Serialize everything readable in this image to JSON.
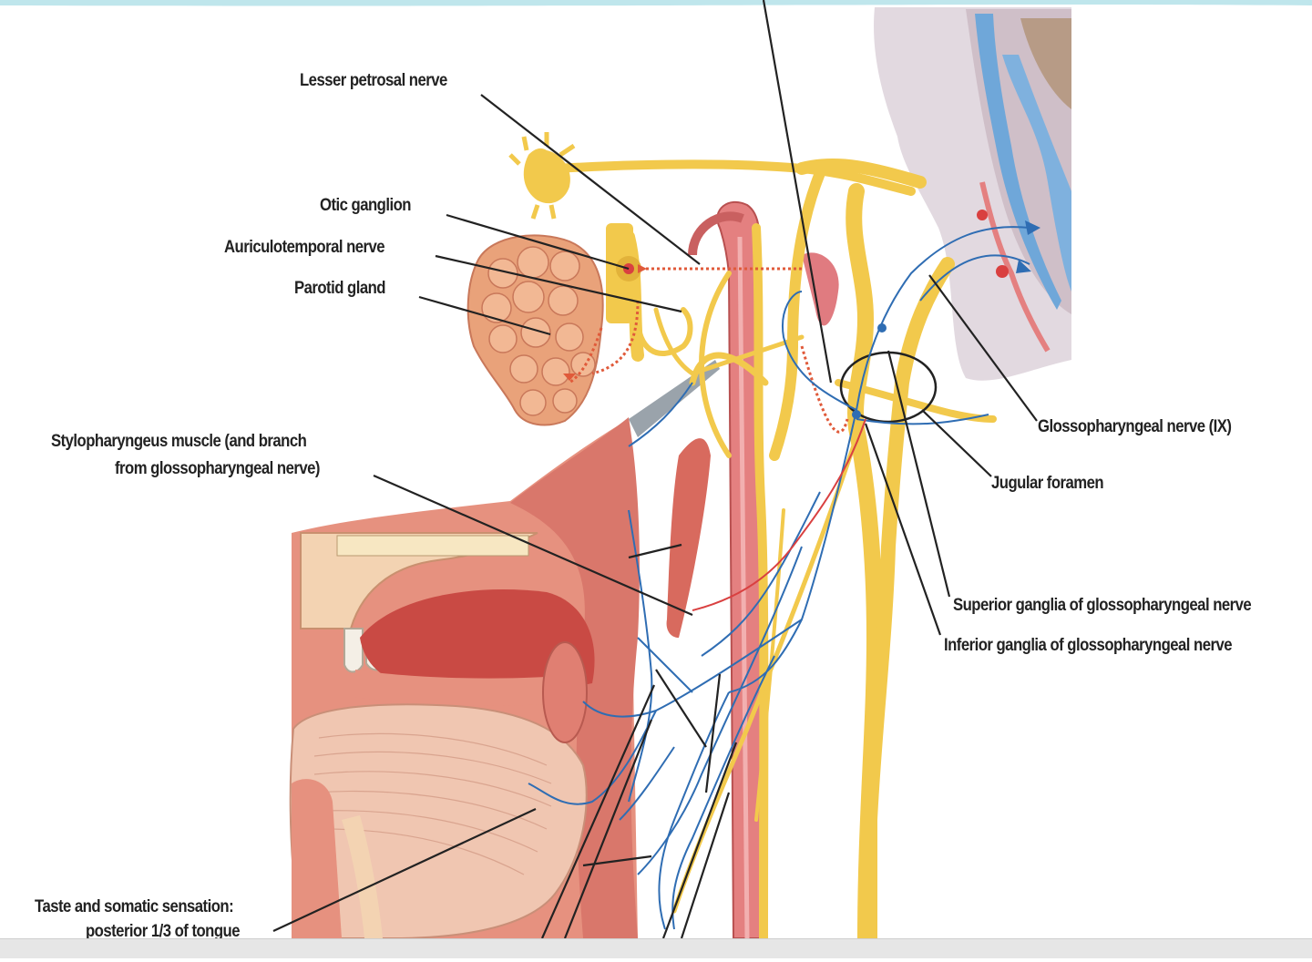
{
  "labels": {
    "lesser_petrosal_nerve": "Lesser petrosal nerve",
    "otic_ganglion": "Otic ganglion",
    "auriculotemporal_nerve": "Auriculotemporal nerve",
    "parotid_gland": "Parotid gland",
    "stylopharyngeus_line1": "Stylopharyngeus muscle (and branch",
    "stylopharyngeus_line2": "from glossopharyngeal nerve)",
    "glossopharyngeal_nerve": "Glossopharyngeal nerve (IX)",
    "jugular_foramen": "Jugular foramen",
    "superior_ganglia": "Superior ganglia of glossopharyngeal nerve",
    "inferior_ganglia": "Inferior ganglia of glossopharyngeal nerve",
    "taste_line1": "Taste and somatic sensation:",
    "taste_line2": "posterior 1/3 of tongue"
  },
  "colors": {
    "nerve": "#f2c94c",
    "sensory_nerve": "#2f6db3",
    "artery": "#d9534f",
    "mucosa": "#e7877a",
    "gland": "#e9a27a",
    "bone": "#e3dde3",
    "leader_line": "#222222"
  }
}
